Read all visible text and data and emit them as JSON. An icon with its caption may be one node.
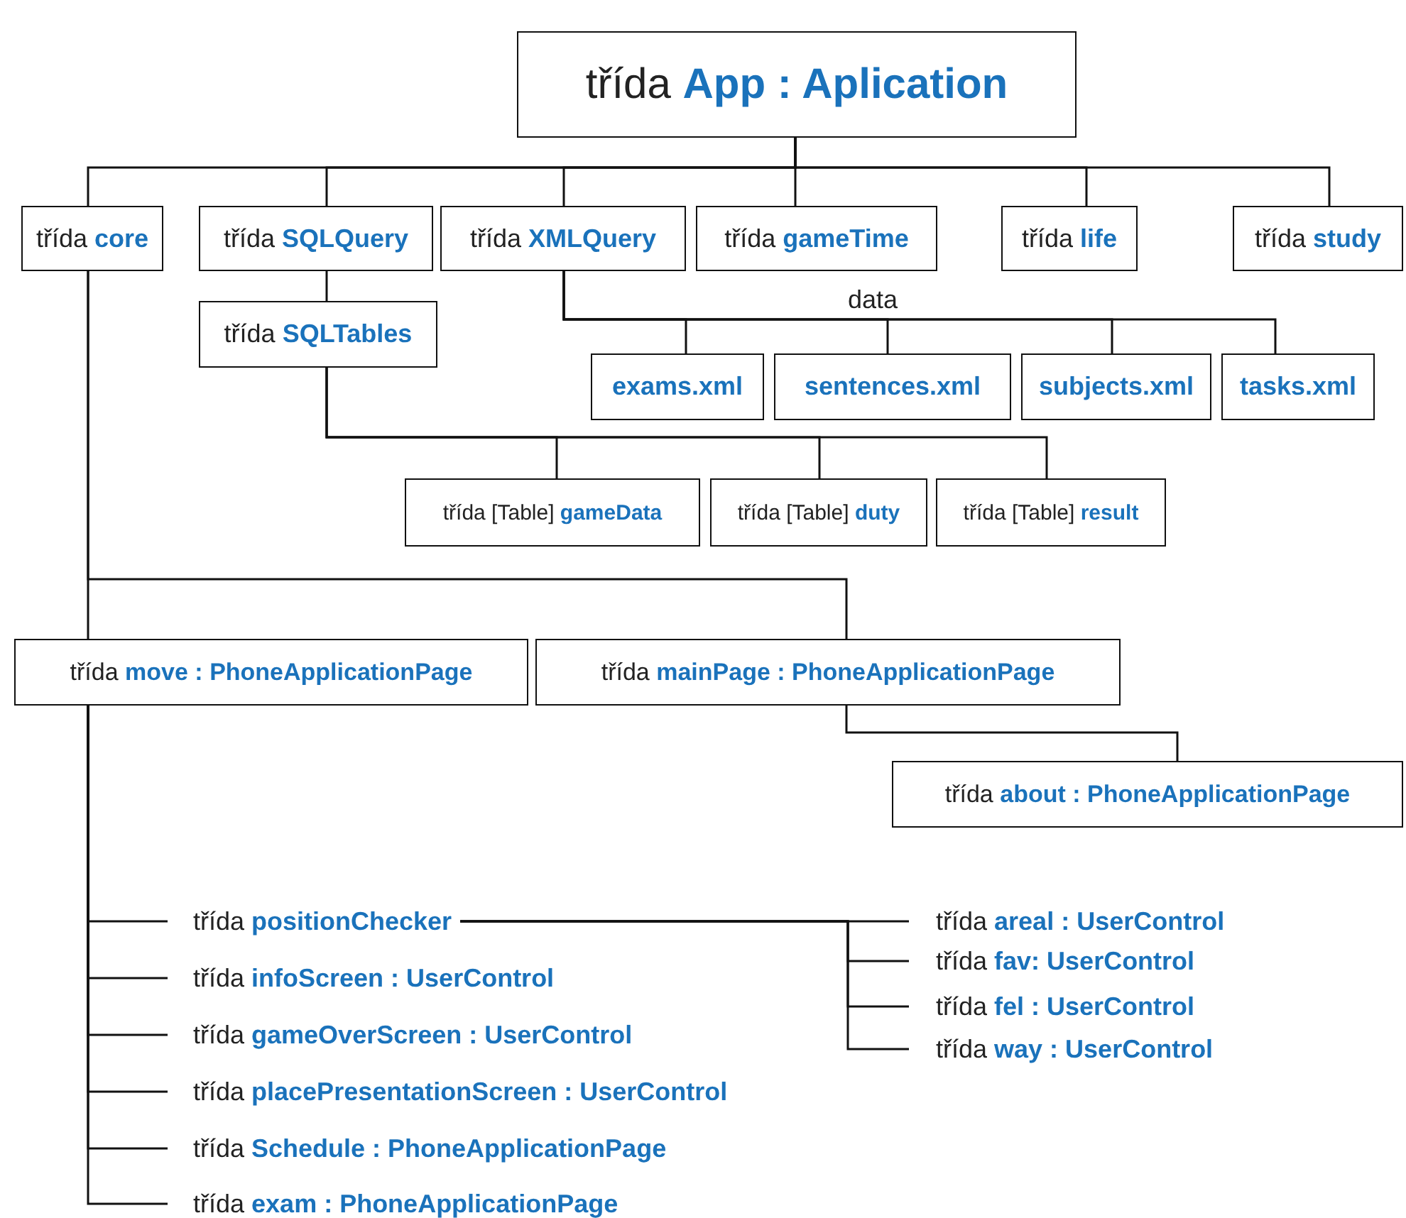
{
  "diagram": {
    "nodes": [
      {
        "text": [
          "třída **App : Aplication**"
        ]
      },
      {
        "text": [
          "třída **core**"
        ]
      },
      {
        "text": [
          "třída **SQLQuery**"
        ]
      },
      {
        "text": [
          "třída **XMLQuery**"
        ]
      },
      {
        "text": [
          "třída **gameTime**"
        ]
      },
      {
        "text": [
          "třída **life**"
        ]
      },
      {
        "text": [
          "třída **study**"
        ]
      },
      {
        "text": [
          "třída **SQLTables**"
        ]
      },
      {
        "text": [
          "exams.xml"
        ]
      },
      {
        "text": [
          "sentences.xml"
        ]
      },
      {
        "text": [
          "subjects.xml"
        ]
      },
      {
        "text": [
          "tasks.xml"
        ]
      },
      {
        "text": [
          "třída [Table] **gameData**"
        ]
      },
      {
        "text": [
          "třída [Table] **duty**"
        ]
      },
      {
        "text": [
          "třída [Table] **result**"
        ]
      },
      {
        "text": [
          "třída **move : PhoneApplicationPage**"
        ]
      },
      {
        "text": [
          "třída **mainPage : PhoneApplicationPage**"
        ]
      },
      {
        "text": [
          "třída **about : PhoneApplicationPage**"
        ]
      },
      {
        "text": [
          "třída **positionChecker**"
        ]
      },
      {
        "text": [
          "třída **infoScreen : UserControl**"
        ]
      },
      {
        "text": [
          "třída **gameOverScreen : UserControl**"
        ]
      },
      {
        "text": [
          "třída **placePresentationScreen : UserControl**"
        ]
      },
      {
        "text": [
          "třída **Schedule : PhoneApplicationPage**"
        ]
      },
      {
        "text": [
          "třída **exam : PhoneApplicationPage**"
        ]
      },
      {
        "text": [
          "třída **areal : UserControl**"
        ]
      },
      {
        "text": [
          "třída **fav: UserControl**"
        ]
      },
      {
        "text": [
          "třída **fel : UserControl**"
        ]
      },
      {
        "text": [
          "třída **way : UserControl**"
        ]
      }
    ],
    "edges": [
      {
        "from": 0,
        "to": 1,
        "arrow": "none"
      },
      {
        "from": 0,
        "to": 2,
        "arrow": "none"
      },
      {
        "from": 0,
        "to": 3,
        "arrow": "none"
      },
      {
        "from": 0,
        "to": 4,
        "arrow": "none"
      },
      {
        "from": 0,
        "to": 5,
        "arrow": "none"
      },
      {
        "from": 0,
        "to": 6,
        "arrow": "none"
      },
      {
        "from": 2,
        "to": 7,
        "arrow": "none"
      },
      {
        "from": 3,
        "to": 8,
        "arrow": "none"
      },
      {
        "from": 3,
        "to": 9,
        "arrow": "none"
      },
      {
        "from": 3,
        "to": 10,
        "arrow": "none"
      },
      {
        "from": 3,
        "to": 11,
        "arrow": "none"
      },
      {
        "from": 7,
        "to": 12,
        "arrow": "none"
      },
      {
        "from": 7,
        "to": 13,
        "arrow": "none"
      },
      {
        "from": 7,
        "to": 14,
        "arrow": "none"
      },
      {
        "from": 1,
        "to": 15,
        "arrow": "none"
      },
      {
        "from": 1,
        "to": 16,
        "arrow": "none"
      },
      {
        "from": 16,
        "to": 17,
        "arrow": "none"
      },
      {
        "from": 15,
        "to": 18,
        "arrow": "none"
      },
      {
        "from": 15,
        "to": 19,
        "arrow": "none"
      },
      {
        "from": 15,
        "to": 20,
        "arrow": "none"
      },
      {
        "from": 15,
        "to": 21,
        "arrow": "none"
      },
      {
        "from": 15,
        "to": 22,
        "arrow": "none"
      },
      {
        "from": 15,
        "to": 23,
        "arrow": "none"
      },
      {
        "from": 18,
        "to": 24,
        "arrow": "none"
      },
      {
        "from": 18,
        "to": 25,
        "arrow": "none"
      },
      {
        "from": 18,
        "to": 26,
        "arrow": "none"
      },
      {
        "from": 18,
        "to": 27,
        "arrow": "none"
      }
    ],
    "labels": [
      "data"
    ]
  }
}
